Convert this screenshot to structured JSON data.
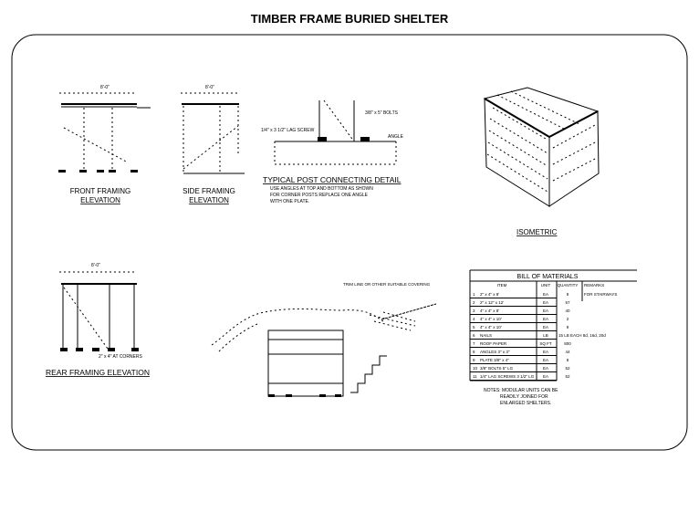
{
  "title": "TIMBER FRAME BURIED SHELTER",
  "views": {
    "front": {
      "label_line1": "FRONT FRAMING",
      "label_line2": "ELEVATION",
      "dim": "8'-0\""
    },
    "side": {
      "label_line1": "SIDE FRAMING",
      "label_line2": "ELEVATION",
      "dim": "8'-0\""
    },
    "detail": {
      "title": "TYPICAL POST CONNECTING DETAIL",
      "note_line1": "USE ANGLES AT TOP AND BOTTOM AS SHOWN",
      "note_line2": "FOR CORNER POSTS REPLACE ONE ANGLE",
      "note_line3": "WITH ONE PLATE.",
      "callout_bolts": "3/8\" x 5\" BOLTS",
      "callout_lag": "1/4\" x 3 1/2\" LAG SCREW",
      "callout_angle": "ANGLE"
    },
    "isometric": {
      "label": "ISOMETRIC"
    },
    "rear": {
      "label": "REAR FRAMING ELEVATION",
      "dim": "8'-0\"",
      "bottom_note": "2\" x 4\" AT CORNERS"
    },
    "section": {
      "callout": "TRIM LINE OR OTHER SUITABLE COVERING"
    }
  },
  "bom": {
    "title": "BILL OF MATERIALS",
    "headers": [
      "ITEM",
      "UNIT",
      "QUANTITY",
      "REMARKS"
    ],
    "rows": [
      {
        "no": "1",
        "item": "2\" x 4\" x 8'",
        "unit": "EA",
        "qty": "9",
        "remarks": "FOR STAIRWAYS"
      },
      {
        "no": "2",
        "item": "2\" x 12\" x 12'",
        "unit": "EA",
        "qty": "57",
        "remarks": ""
      },
      {
        "no": "3",
        "item": "4\" x 4\" x 8'",
        "unit": "EA",
        "qty": "40",
        "remarks": ""
      },
      {
        "no": "4",
        "item": "4\" x 4\" x 10'",
        "unit": "EA",
        "qty": "2",
        "remarks": ""
      },
      {
        "no": "5",
        "item": "4\" x 4\" x 10'",
        "unit": "EA",
        "qty": "9",
        "remarks": ""
      },
      {
        "no": "6",
        "item": "NAILS",
        "unit": "LB",
        "qty": "",
        "remarks": "15 LB EACH 8d, 16d, 20d"
      },
      {
        "no": "7",
        "item": "ROOF PAPER",
        "unit": "SQ FT",
        "qty": "800",
        "remarks": ""
      },
      {
        "no": "8",
        "item": "ANGLES 3\" x 3\"",
        "unit": "EA",
        "qty": "44",
        "remarks": ""
      },
      {
        "no": "9",
        "item": "PLATE 3/8\" x 4\"",
        "unit": "EA",
        "qty": "8",
        "remarks": ""
      },
      {
        "no": "10",
        "item": "3/8\" BOLTS 5\" LG",
        "unit": "EA",
        "qty": "52",
        "remarks": ""
      },
      {
        "no": "11",
        "item": "1/4\" LAG SCREWS 3 1/2\" LG",
        "unit": "EA",
        "qty": "52",
        "remarks": ""
      }
    ],
    "note_line1": "NOTES: MODULAR UNITS CAN BE",
    "note_line2": "READILY JOINED FOR",
    "note_line3": "ENLARGED SHELTERS."
  }
}
